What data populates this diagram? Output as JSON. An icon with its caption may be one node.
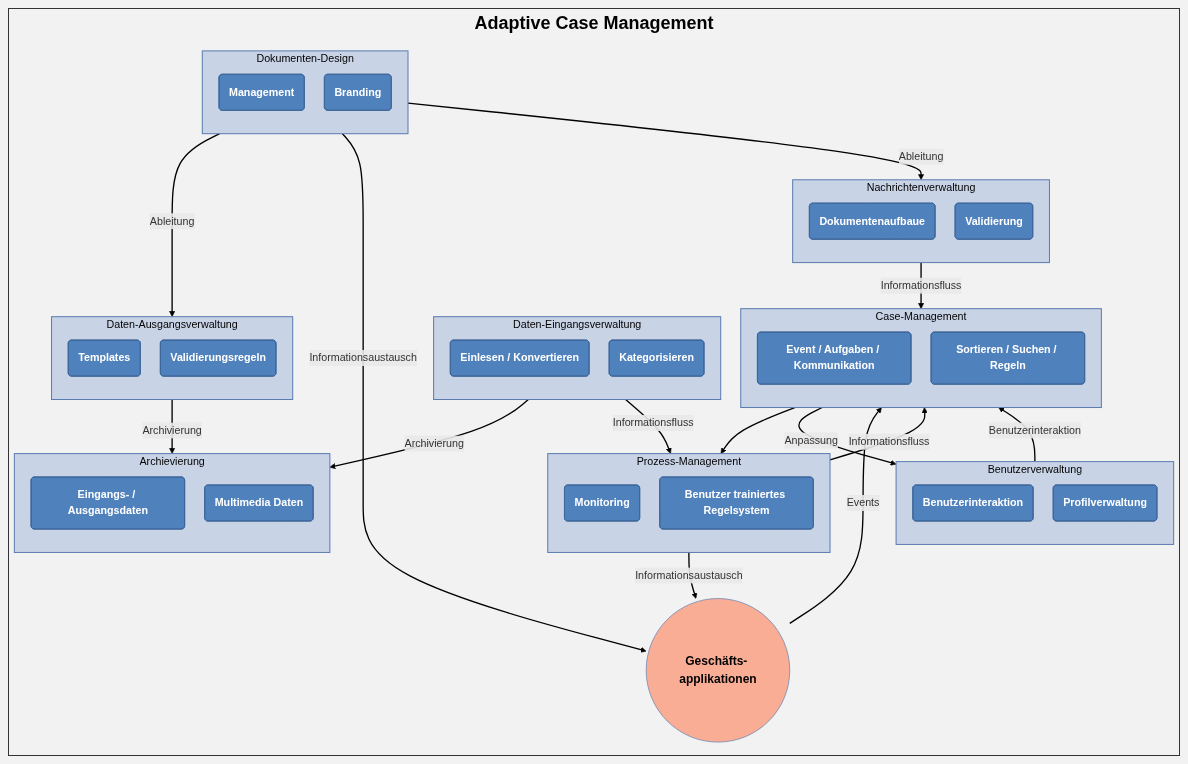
{
  "diagram": {
    "title": "Adaptive Case Management",
    "nodes": [
      {
        "text": [
          "Daten-Eingangsverwaltung"
        ]
      },
      {
        "text": [
          "Einlesen / Konvertieren"
        ],
        "in": 0
      },
      {
        "text": [
          "Kategorisieren"
        ],
        "in": 0
      },
      {
        "text": [
          "Archievierung"
        ]
      },
      {
        "text": [
          "Eingangs- / Ausgangsdaten"
        ],
        "in": 3
      },
      {
        "text": [
          "Multimedia Daten"
        ],
        "in": 3
      },
      {
        "text": [
          "Daten-Ausgangsverwaltung"
        ]
      },
      {
        "text": [
          "Templates"
        ],
        "in": 6
      },
      {
        "text": [
          "Validierungsregeln"
        ],
        "in": 6
      },
      {
        "text": [
          "Prozess-Management"
        ]
      },
      {
        "text": [
          "Monitoring"
        ],
        "in": 9
      },
      {
        "text": [
          "Benutzer trainiertes Regelsystem"
        ],
        "in": 9
      },
      {
        "text": [
          "Geschäfts- applikationen"
        ]
      },
      {
        "text": [
          "Dokumenten-Design"
        ]
      },
      {
        "text": [
          "Management"
        ],
        "in": 13
      },
      {
        "text": [
          "Branding"
        ],
        "in": 13
      },
      {
        "text": [
          "Case-Management"
        ]
      },
      {
        "text": [
          "Event / Aufgaben / Kommunikation"
        ],
        "in": 16
      },
      {
        "text": [
          "Sortieren / Suchen / Regeln"
        ],
        "in": 16
      },
      {
        "text": [
          "Benutzerverwaltung"
        ]
      },
      {
        "text": [
          "Benutzerinteraktion"
        ],
        "in": 19
      },
      {
        "text": [
          "Profilverwaltung"
        ],
        "in": 19
      },
      {
        "text": [
          "Nachrichtenverwaltung"
        ]
      },
      {
        "text": [
          "Dokumentenaufbaue"
        ],
        "in": 22
      },
      {
        "text": [
          "Validierung"
        ],
        "in": 22
      }
    ],
    "edges": [
      {
        "from": 0,
        "to": 3,
        "arrow": "to",
        "label": "Archivierung"
      },
      {
        "from": 6,
        "to": 3,
        "arrow": "to",
        "label": "Archivierung"
      },
      {
        "from": 0,
        "to": 9,
        "arrow": "to",
        "label": "Informationsfluss"
      },
      {
        "from": 13,
        "to": 6,
        "arrow": "to",
        "label": "Ableitung"
      },
      {
        "from": 9,
        "to": 12,
        "arrow": "to",
        "label": "Informationsaustausch"
      },
      {
        "from": 13,
        "to": 12,
        "arrow": "to",
        "label": "Informationsaustausch"
      },
      {
        "from": 9,
        "to": 16,
        "arrow": "to",
        "label": "Informationsfluss"
      },
      {
        "from": 16,
        "to": 9,
        "arrow": "to"
      },
      {
        "from": 12,
        "to": 16,
        "arrow": "to",
        "label": "Events"
      },
      {
        "from": 19,
        "to": 16,
        "arrow": "to",
        "label": "Benutzerinteraktion"
      },
      {
        "from": 16,
        "to": 19,
        "arrow": "to",
        "label": "Anpassung"
      },
      {
        "from": 13,
        "to": 22,
        "arrow": "to",
        "label": "Ableitung"
      },
      {
        "from": 22,
        "to": 16,
        "arrow": "to",
        "label": "Informationsfluss"
      }
    ]
  }
}
